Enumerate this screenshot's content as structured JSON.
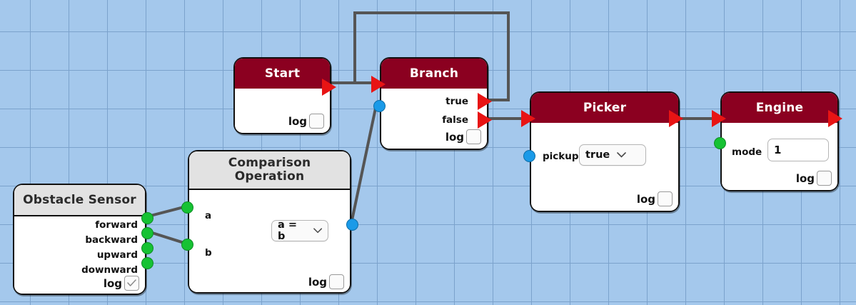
{
  "canvas": {
    "background_color": "#a4c8ec",
    "grid_color": "#7ba2cc",
    "grid_size": 54
  },
  "palette": {
    "action_header": "#8b0020",
    "plain_header": "#e2e2e2",
    "node_body": "#ffffff",
    "exec_arrow": "#e81414",
    "data_port_green": "#16c233",
    "data_port_blue": "#1a9ae8",
    "wire": "#555555"
  },
  "nodes": [
    {
      "id": "start",
      "title": "Start",
      "header_style": "action",
      "log_label": "log",
      "log_checked": false
    },
    {
      "id": "branch",
      "title": "Branch",
      "header_style": "action",
      "outputs": [
        {
          "label": "true"
        },
        {
          "label": "false"
        }
      ],
      "log_label": "log",
      "log_checked": false
    },
    {
      "id": "picker",
      "title": "Picker",
      "header_style": "action",
      "fields": [
        {
          "label": "pickup",
          "type": "select",
          "value": "true"
        }
      ],
      "log_label": "log",
      "log_checked": false
    },
    {
      "id": "engine",
      "title": "Engine",
      "header_style": "action",
      "fields": [
        {
          "label": "mode",
          "type": "text",
          "value": "1"
        }
      ],
      "log_label": "log",
      "log_checked": false
    },
    {
      "id": "obstacle-sensor",
      "title": "Obstacle Sensor",
      "header_style": "plain",
      "outputs": [
        {
          "label": "forward"
        },
        {
          "label": "backward"
        },
        {
          "label": "upward"
        },
        {
          "label": "downward"
        }
      ],
      "log_label": "log",
      "log_checked": true
    },
    {
      "id": "comparison-operation",
      "title_line1": "Comparison",
      "title_line2": "Operation",
      "header_style": "plain",
      "inputs": [
        {
          "label": "a"
        },
        {
          "label": "b"
        }
      ],
      "operator": "a = b",
      "log_label": "log",
      "log_checked": false
    }
  ],
  "icons": {
    "chevron_down": "chevron-down-icon",
    "checkmark": "checkmark-icon",
    "exec_arrow": "triangle-arrow-icon"
  }
}
